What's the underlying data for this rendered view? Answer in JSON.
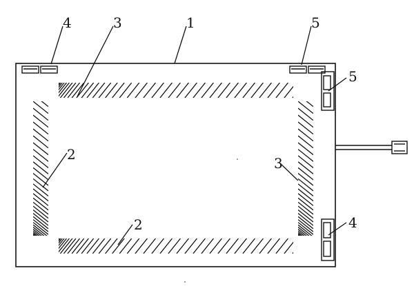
{
  "callouts": [
    {
      "id": "callout-4-top-left",
      "text": "4"
    },
    {
      "id": "callout-3-top",
      "text": "3"
    },
    {
      "id": "callout-1",
      "text": "1"
    },
    {
      "id": "callout-5-top-right",
      "text": "5"
    },
    {
      "id": "callout-5-right",
      "text": "5"
    },
    {
      "id": "callout-2-left",
      "text": "2"
    },
    {
      "id": "callout-3-right",
      "text": "3"
    },
    {
      "id": "callout-2-bottom",
      "text": "2"
    },
    {
      "id": "callout-4-bottom-right",
      "text": "4"
    }
  ]
}
